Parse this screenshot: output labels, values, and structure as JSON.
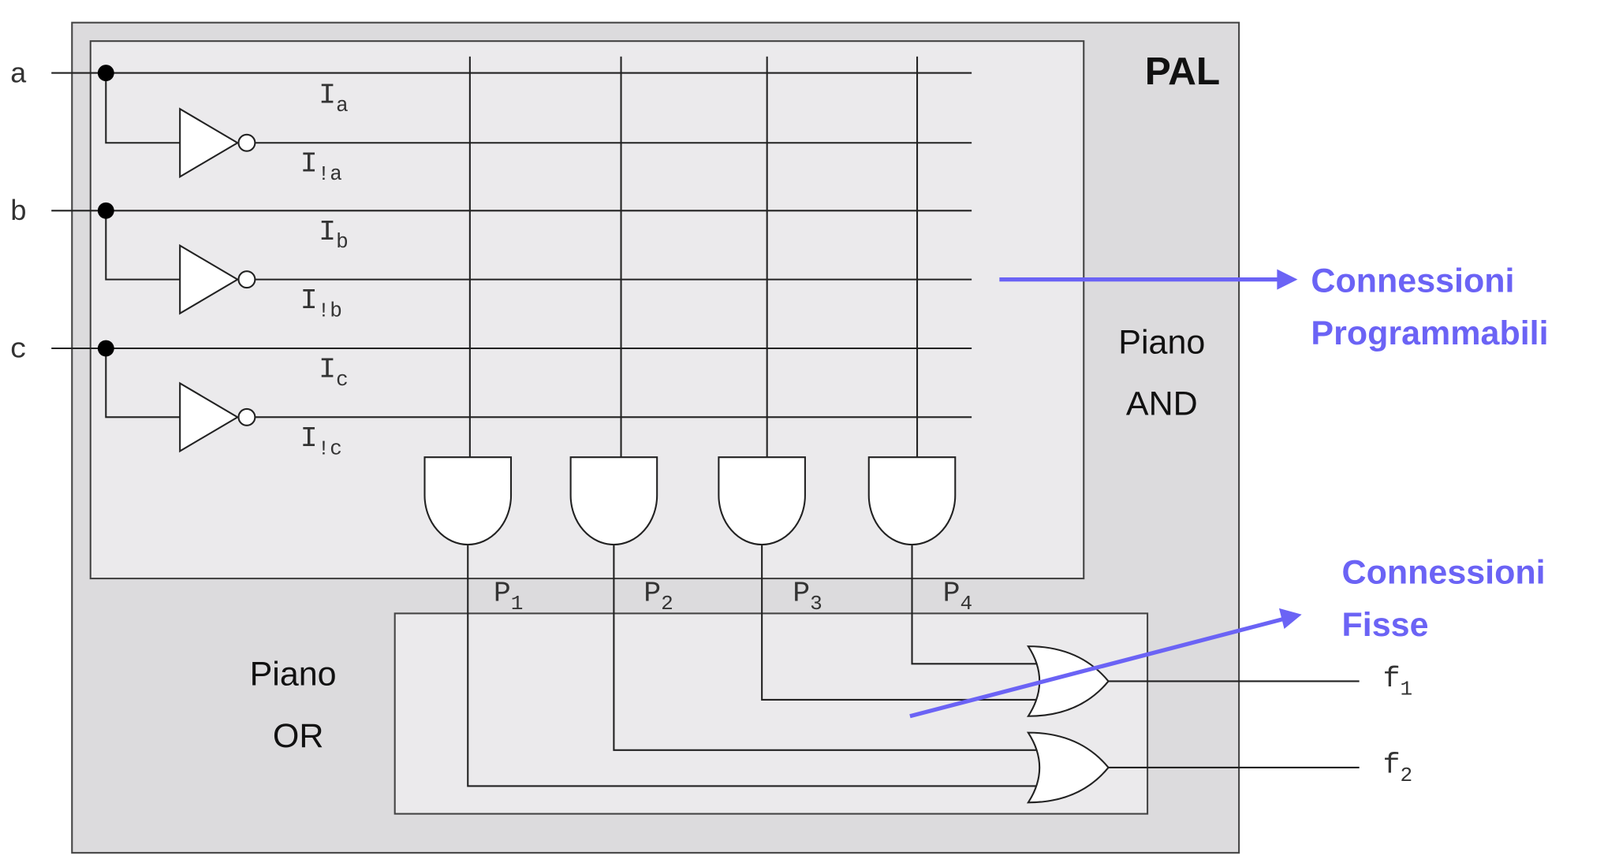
{
  "title": "PAL",
  "inputs": [
    "a",
    "b",
    "c"
  ],
  "lines": [
    {
      "base": "I",
      "sub": "a"
    },
    {
      "base": "I",
      "sub": "!a"
    },
    {
      "base": "I",
      "sub": "b"
    },
    {
      "base": "I",
      "sub": "!b"
    },
    {
      "base": "I",
      "sub": "c"
    },
    {
      "base": "I",
      "sub": "!c"
    }
  ],
  "products": [
    {
      "base": "P",
      "sub": "1"
    },
    {
      "base": "P",
      "sub": "2"
    },
    {
      "base": "P",
      "sub": "3"
    },
    {
      "base": "P",
      "sub": "4"
    }
  ],
  "outputs": [
    {
      "base": "f",
      "sub": "1"
    },
    {
      "base": "f",
      "sub": "2"
    }
  ],
  "and_plane": {
    "line1": "Piano",
    "line2": "AND"
  },
  "or_plane": {
    "line1": "Piano",
    "line2": "OR"
  },
  "annotations": {
    "programmable": {
      "line1": "Connessioni",
      "line2": "Programmabili"
    },
    "fixed": {
      "line1": "Connessioni",
      "line2": "Fisse"
    }
  },
  "colors": {
    "outer": "#dcdbdd",
    "inner": "#ebeaec",
    "accent": "#6b63f5"
  }
}
